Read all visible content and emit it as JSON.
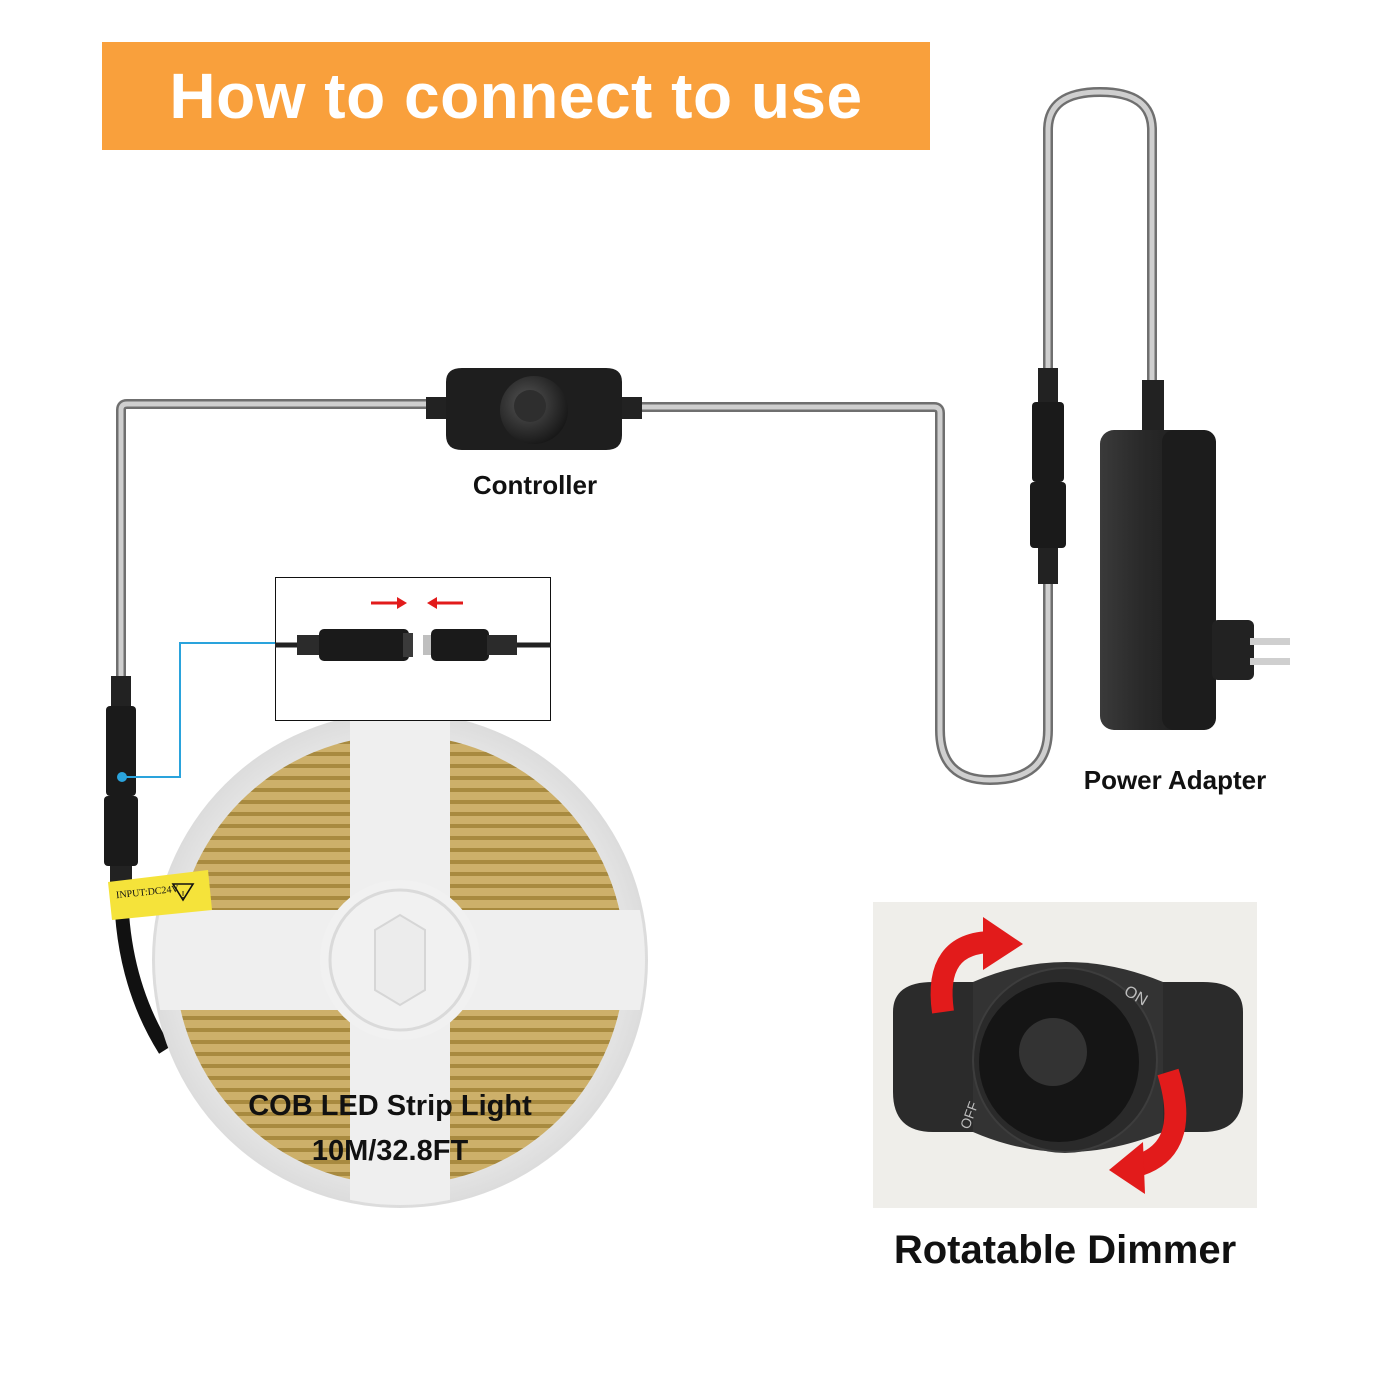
{
  "title": "How to connect to use",
  "labels": {
    "controller": "Controller",
    "power_adapter": "Power Adapter",
    "strip_name": "COB LED Strip Light",
    "strip_length": "10M/32.8FT",
    "dimmer": "Rotatable Dimmer"
  },
  "reel_tag": "INPUT:DC24V",
  "dimmer_markings": {
    "on": "ON",
    "off": "OFF"
  },
  "colors": {
    "banner": "#f9a03c",
    "cable": "#9a9a9a",
    "connector": "#1a1a1a",
    "leader_line": "#2aa3dc",
    "arrow": "#e21b1b",
    "strip": "#c8a85a"
  },
  "icons": [
    "warning-icon",
    "rotate-arrow-icon",
    "push-arrow-icon"
  ]
}
